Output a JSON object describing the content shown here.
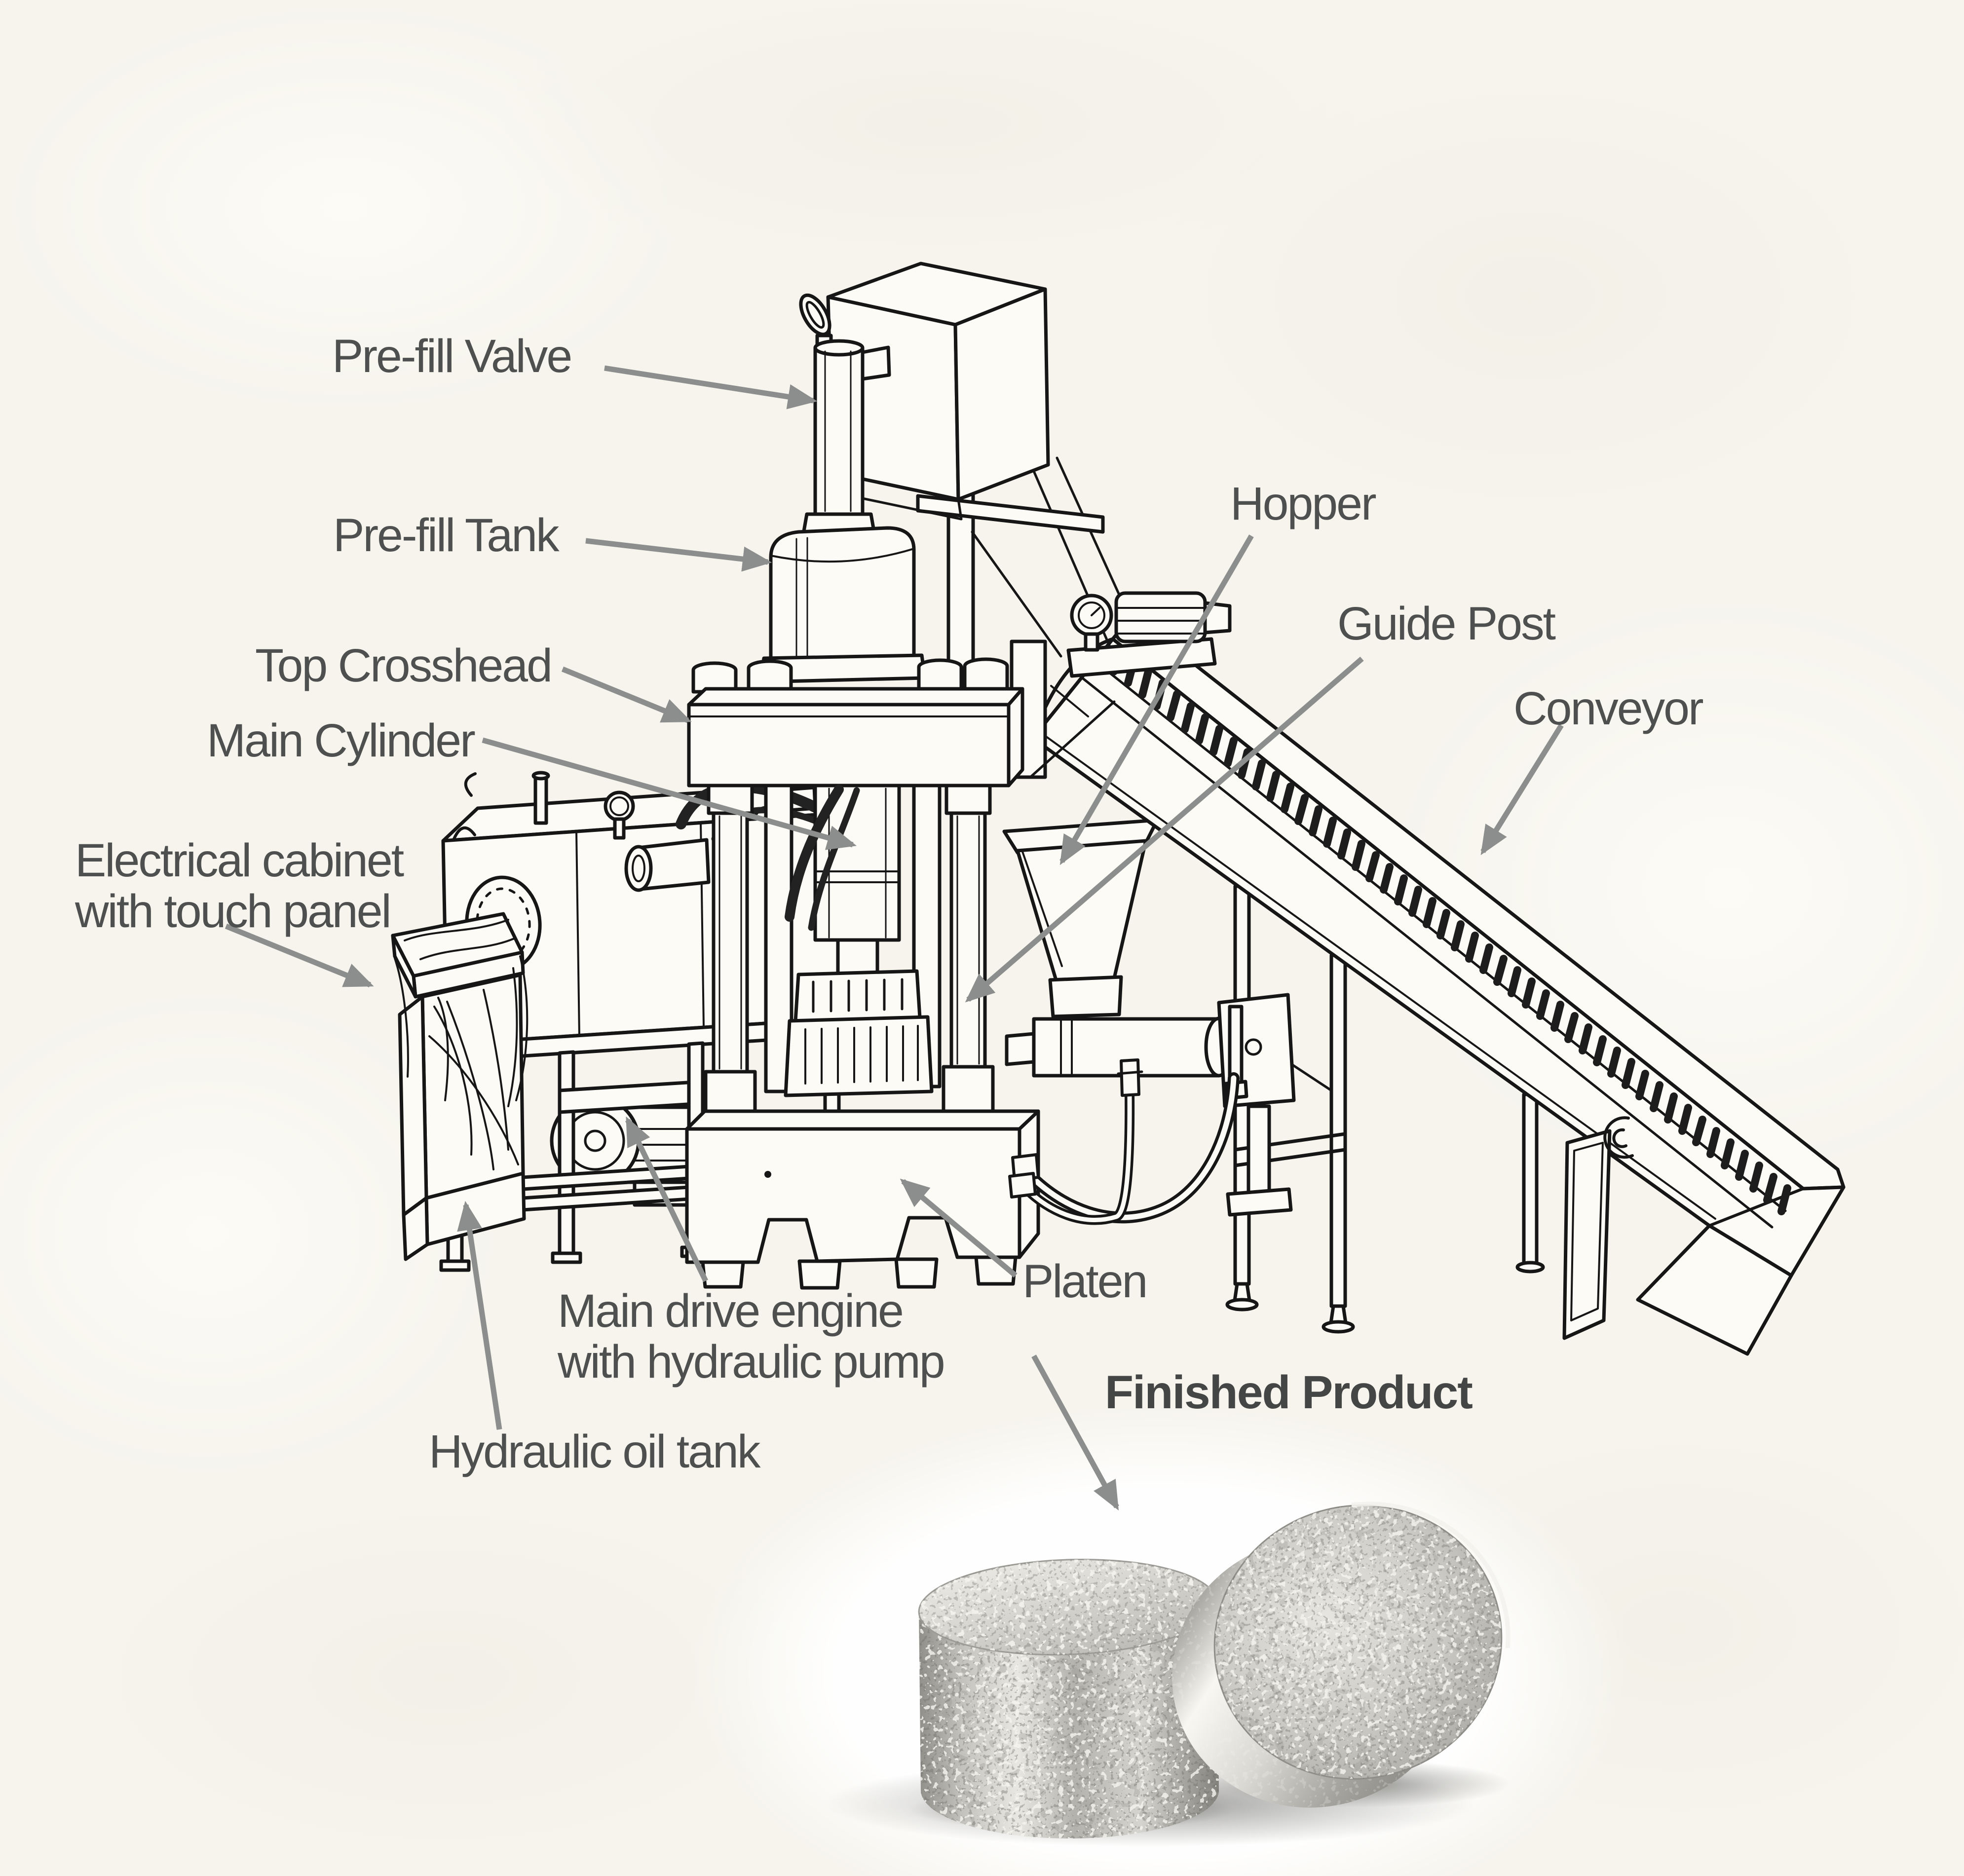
{
  "page": {
    "background_color": "#f6f4ed",
    "ink_color": "#161616",
    "label_color": "#4e504f",
    "arrow_color": "#8b8e8c"
  },
  "diagram": {
    "labels": [
      {
        "id": "pre-fill-valve",
        "text": "Pre-fill Valve"
      },
      {
        "id": "pre-fill-tank",
        "text": "Pre-fill Tank"
      },
      {
        "id": "top-crosshead",
        "text": "Top Crosshead"
      },
      {
        "id": "main-cylinder",
        "text": "Main Cylinder"
      },
      {
        "id": "electrical-cabinet",
        "text": "Electrical cabinet\nwith touch panel"
      },
      {
        "id": "hopper",
        "text": "Hopper"
      },
      {
        "id": "guide-post",
        "text": "Guide Post"
      },
      {
        "id": "conveyor",
        "text": "Conveyor"
      },
      {
        "id": "main-drive-engine",
        "text": "Main drive engine\nwith hydraulic pump"
      },
      {
        "id": "hydraulic-oil-tank",
        "text": "Hydraulic oil tank"
      },
      {
        "id": "platen",
        "text": "Platen"
      },
      {
        "id": "finished-product",
        "text": "Finished Product"
      }
    ]
  }
}
